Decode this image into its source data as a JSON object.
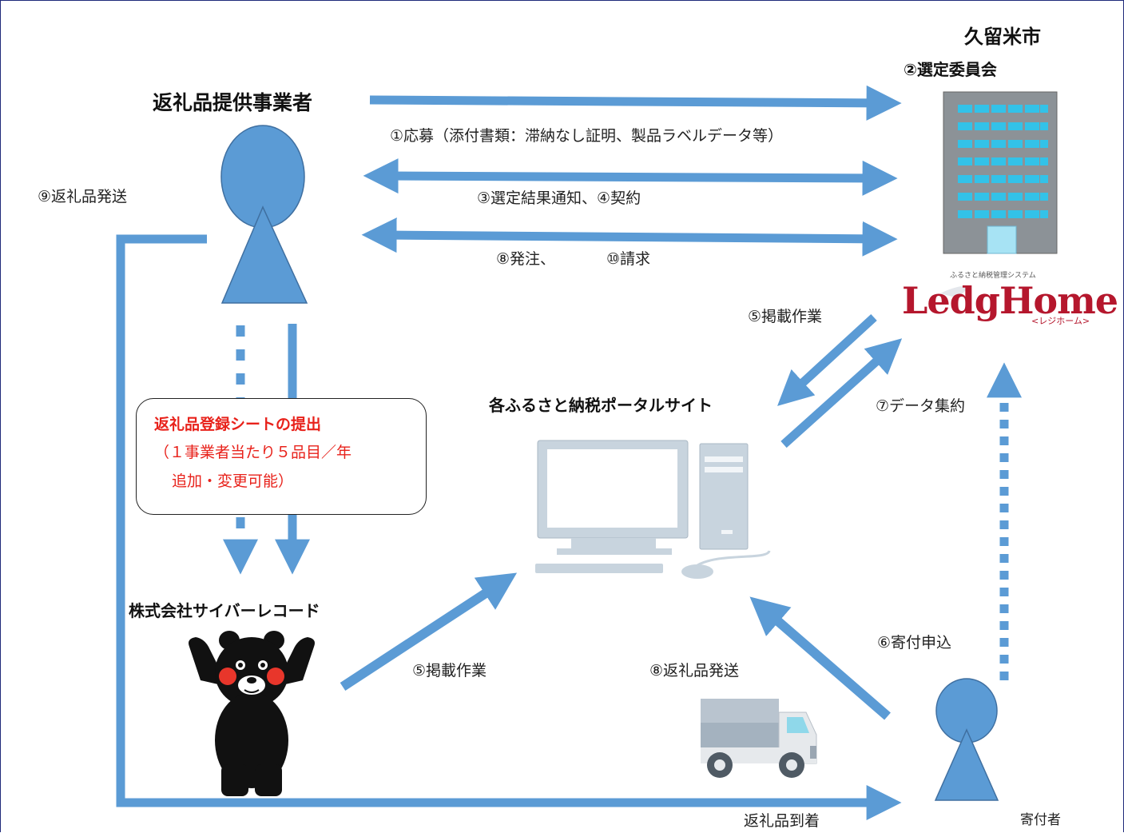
{
  "city": {
    "name": "久留米市",
    "committee": "②選定委員会"
  },
  "provider": {
    "title": "返礼品提供事業者"
  },
  "flows": {
    "apply": "①応募（添付書類：滞納なし証明、製品ラベルデータ等）",
    "result_contract": "③選定結果通知、④契約",
    "order": "⑧発注、",
    "invoice": "⑩請求",
    "ship_from_provider": "⑨返礼品発送",
    "posting_city": "⑤掲載作業",
    "posting_cyber": "⑤掲載作業",
    "data_aggregate": "⑦データ集約",
    "donation_apply": "⑥寄付申込",
    "ship_truck": "⑧返礼品発送",
    "arrival": "返礼品到着"
  },
  "note": {
    "title": "返礼品登録シートの提出",
    "line1": "（１事業者当たり５品目／年",
    "line2": "追加・変更可能）"
  },
  "cyber_record": {
    "name": "株式会社サイバーレコード"
  },
  "portal": {
    "title": "各ふるさと納税ポータルサイト"
  },
  "donor": {
    "label": "寄付者"
  },
  "logo": {
    "tagline": "ふるさと納税管理システム",
    "name": "LedgHome",
    "reading": "<レジホーム>"
  },
  "colors": {
    "arrow": "#5b9bd5",
    "note_red": "#e8221b",
    "logo_red": "#b5172d"
  }
}
